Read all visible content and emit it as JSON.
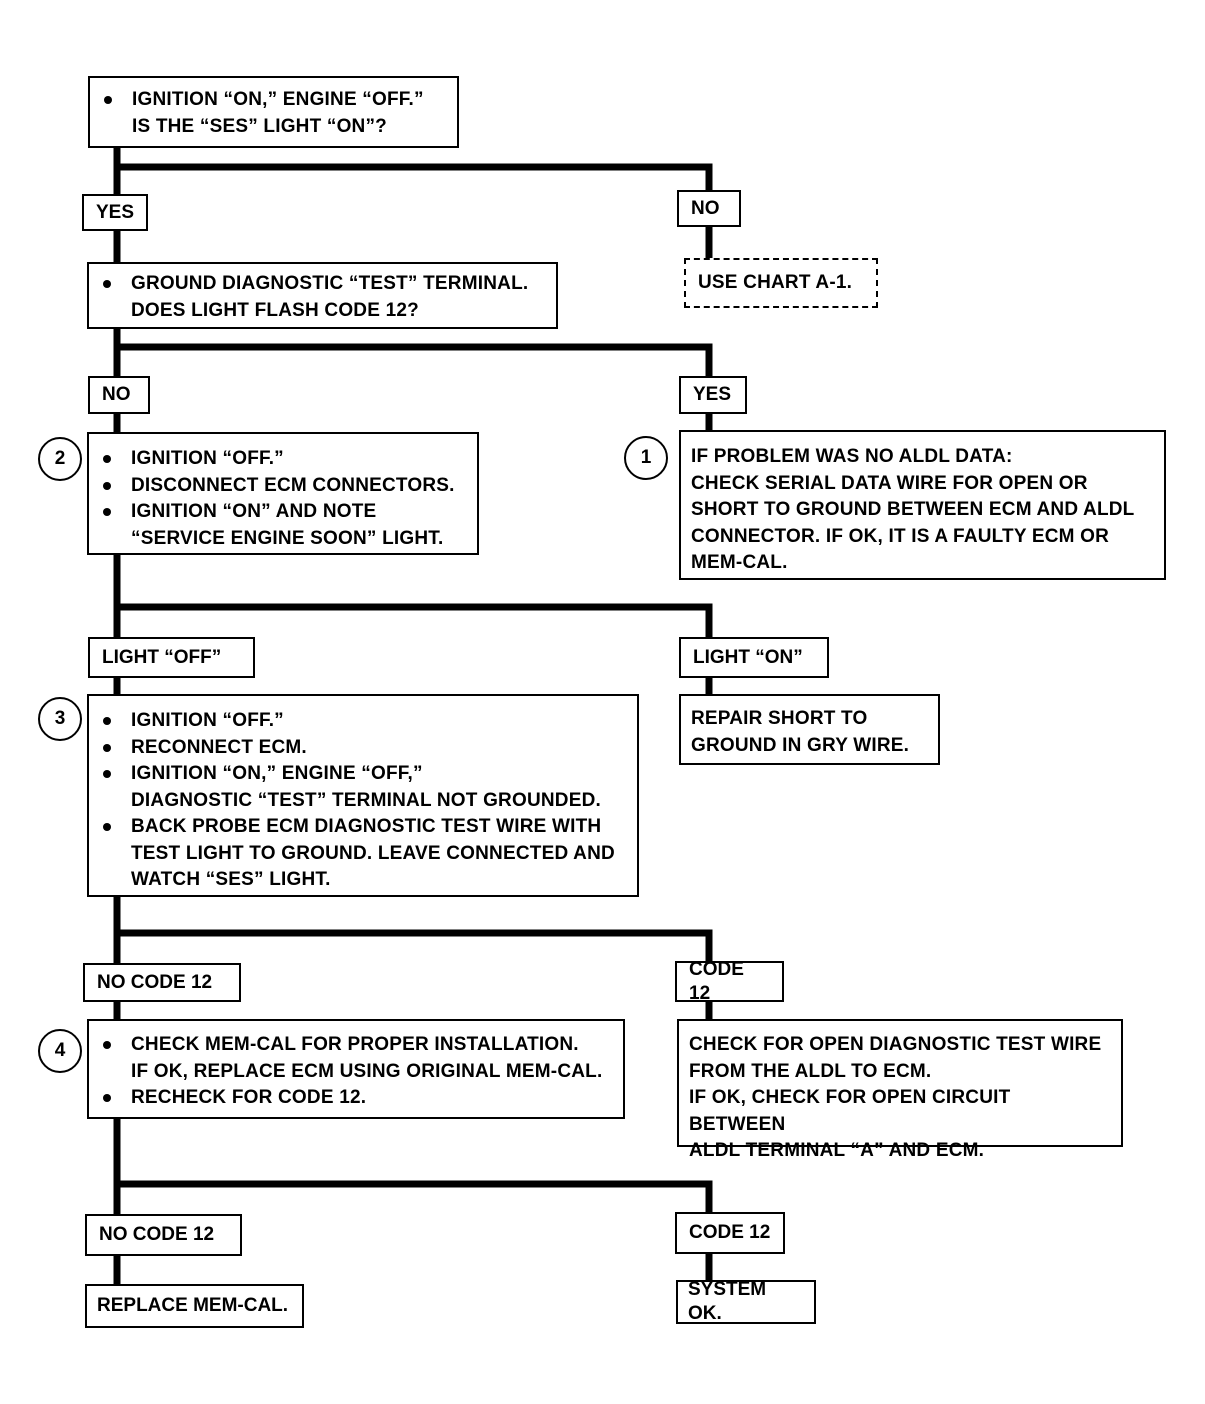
{
  "start": {
    "lines": [
      "IGNITION “ON,” ENGINE “OFF.”",
      "IS THE “SES” LIGHT “ON”?"
    ]
  },
  "branch1": {
    "yes": "YES",
    "no": "NO",
    "no_action": "USE  CHART A-1."
  },
  "step_ground": {
    "lines": [
      "GROUND DIAGNOSTIC “TEST” TERMINAL.",
      "DOES LIGHT FLASH CODE 12?"
    ]
  },
  "branch2": {
    "no": "NO",
    "yes": "YES"
  },
  "step1": {
    "num": "1",
    "lines": [
      "IF PROBLEM WAS NO ALDL DATA:",
      "CHECK SERIAL DATA WIRE FOR OPEN OR",
      "SHORT TO GROUND BETWEEN ECM AND ALDL",
      "CONNECTOR.  IF OK, IT IS A FAULTY ECM OR",
      "MEM-CAL."
    ]
  },
  "step2": {
    "num": "2",
    "items": [
      [
        "IGNITION “OFF.”"
      ],
      [
        "DISCONNECT ECM CONNECTORS."
      ],
      [
        "IGNITION “ON” AND NOTE",
        "“SERVICE ENGINE SOON” LIGHT."
      ]
    ]
  },
  "branch3": {
    "off": "LIGHT “OFF”",
    "on": "LIGHT “ON”",
    "on_action": [
      "REPAIR SHORT TO",
      "GROUND IN GRY WIRE."
    ]
  },
  "step3": {
    "num": "3",
    "items": [
      [
        "IGNITION “OFF.”"
      ],
      [
        "RECONNECT ECM."
      ],
      [
        "IGNITION “ON,” ENGINE “OFF,”",
        "DIAGNOSTIC “TEST” TERMINAL NOT GROUNDED."
      ],
      [
        "BACK PROBE ECM DIAGNOSTIC TEST WIRE WITH",
        "TEST LIGHT TO GROUND.  LEAVE CONNECTED AND",
        "WATCH “SES” LIGHT."
      ]
    ]
  },
  "branch4": {
    "no_code": "NO CODE 12",
    "code": "CODE 12",
    "code_action": [
      "CHECK FOR OPEN DIAGNOSTIC TEST WIRE",
      "FROM THE ALDL TO ECM.",
      "IF OK, CHECK FOR OPEN CIRCUIT BETWEEN",
      "ALDL TERMINAL “A” AND ECM."
    ]
  },
  "step4": {
    "num": "4",
    "items": [
      [
        "CHECK MEM-CAL FOR PROPER INSTALLATION.",
        "IF OK, REPLACE ECM USING ORIGINAL MEM-CAL."
      ],
      [
        "RECHECK FOR CODE 12."
      ]
    ]
  },
  "branch5": {
    "no_code": "NO CODE 12",
    "code": "CODE 12",
    "no_code_action": "REPLACE MEM-CAL.",
    "code_action": "SYSTEM OK."
  }
}
